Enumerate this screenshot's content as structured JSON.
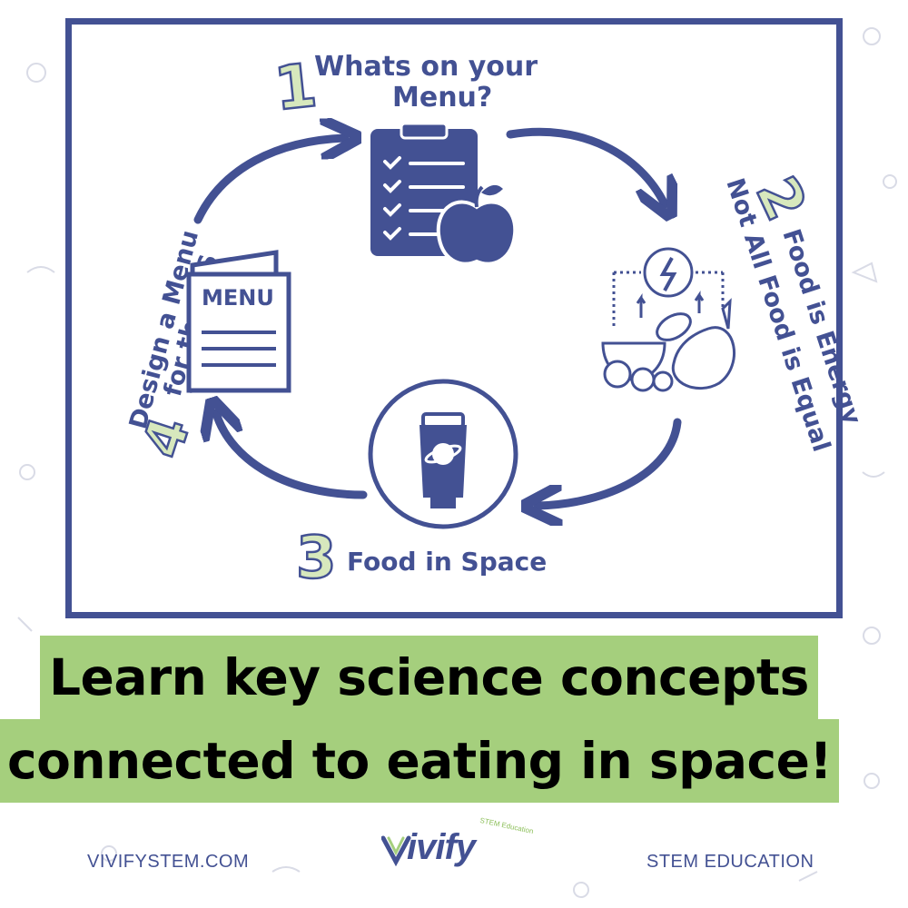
{
  "steps": [
    {
      "number": "1",
      "title_line1": "Whats on your",
      "title_line2": "Menu?"
    },
    {
      "number": "2",
      "title_line1": "Food is Energy",
      "title_line2": "Not All Food is Equal"
    },
    {
      "number": "3",
      "title_line1": "Food in Space"
    },
    {
      "number": "4",
      "title_line1": "Design a Menu",
      "title_line2": "for the ISS"
    }
  ],
  "menu_icon_label": "MENU",
  "headline": {
    "line1": "Learn key science concepts",
    "line2": "connected to eating in space!"
  },
  "footer": {
    "website": "VIVIFYSTEM.COM",
    "tagline": "STEM EDUCATION",
    "logo_word": "ivify",
    "logo_subtitle": "STEM Education"
  },
  "colors": {
    "navy": "#435193",
    "green": "#a5cf7d",
    "light_green": "#d7e8bd"
  },
  "icons": [
    "clipboard-checklist-icon",
    "apple-icon",
    "energy-bolt-icon",
    "food-group-icon",
    "space-food-tube-icon",
    "menu-card-icon"
  ]
}
